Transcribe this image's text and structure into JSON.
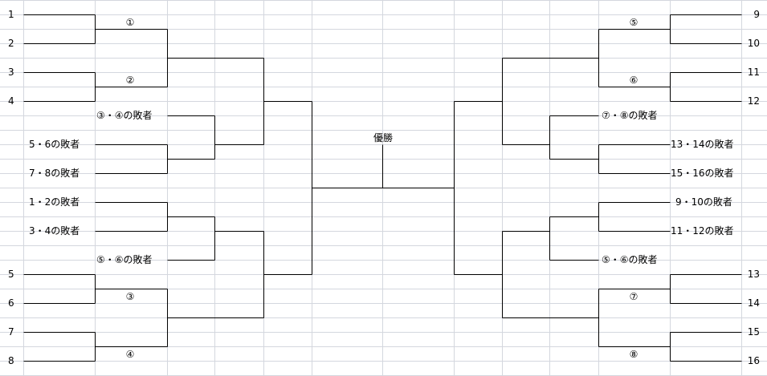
{
  "bracket": {
    "champion": "優勝",
    "left": {
      "seeds": [
        "1",
        "2",
        "3",
        "4",
        "5",
        "6",
        "7",
        "8"
      ],
      "matches": [
        "①",
        "②",
        "③",
        "④"
      ],
      "consolation": {
        "a": "③・④の敗者",
        "b": "5・6の敗者",
        "c": "7・8の敗者",
        "d": "1・2の敗者",
        "e": "3・4の敗者",
        "f": "⑤・⑥の敗者"
      }
    },
    "right": {
      "seeds": [
        "9",
        "10",
        "11",
        "12",
        "13",
        "14",
        "15",
        "16"
      ],
      "matches": [
        "⑤",
        "⑥",
        "⑦",
        "⑧"
      ],
      "consolation": {
        "a": "⑦・⑧の敗者",
        "b": "13・14の敗者",
        "c": "15・16の敗者",
        "d": "9・10の敗者",
        "e": "11・12の敗者",
        "f": "⑤・⑥の敗者"
      }
    }
  }
}
